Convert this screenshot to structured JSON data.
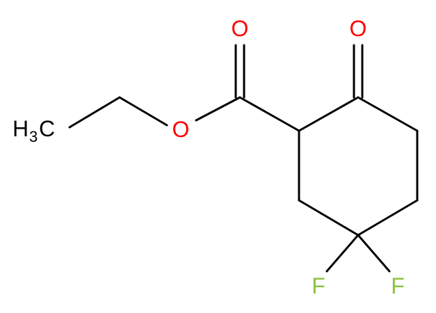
{
  "molecule": {
    "atoms": {
      "methyl": {
        "element": "H",
        "subscript": "3",
        "suffix": "C",
        "color": "#000000"
      },
      "ester_oxygen": {
        "element": "O",
        "color": "#ff0000"
      },
      "carbonyl_oxygen_ester": {
        "element": "O",
        "color": "#ff0000"
      },
      "carbonyl_oxygen_ketone": {
        "element": "O",
        "color": "#ff0000"
      },
      "fluorine_left": {
        "element": "F",
        "color": "#90c040"
      },
      "fluorine_right": {
        "element": "F",
        "color": "#90c040"
      }
    },
    "bond_color": "#000000"
  }
}
